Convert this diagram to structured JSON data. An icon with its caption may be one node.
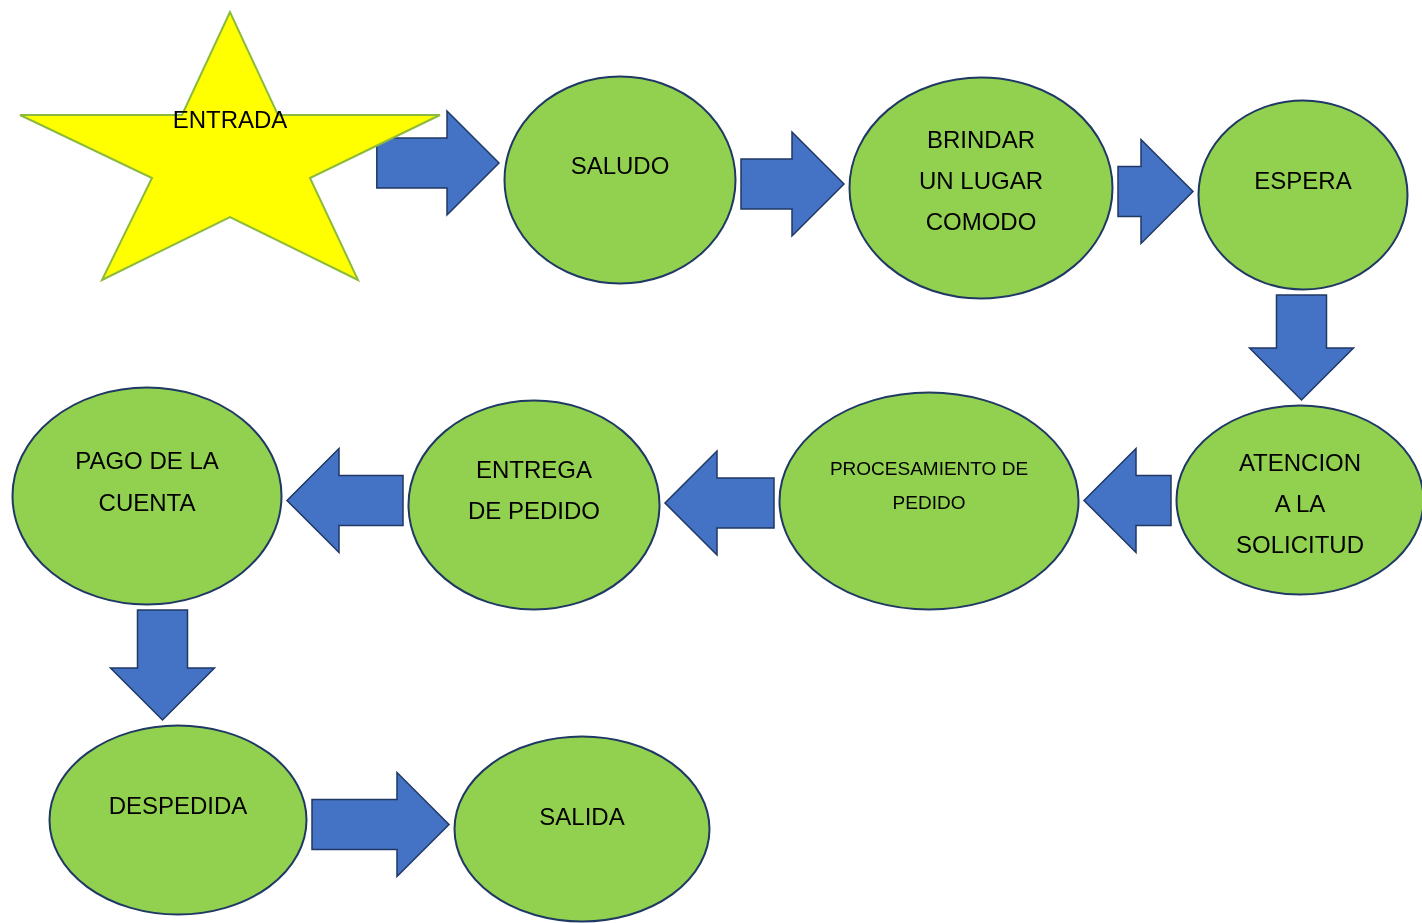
{
  "diagram": {
    "nodes": [
      {
        "text": [
          "ENTRADA"
        ]
      },
      {
        "text": [
          "SALUDO"
        ]
      },
      {
        "text": [
          "BRINDAR UN LUGAR COMODO"
        ]
      },
      {
        "text": [
          "ESPERA"
        ]
      },
      {
        "text": [
          "ATENCION A LA SOLICITUD"
        ]
      },
      {
        "text": [
          "PROCESAMIENTO DE PEDIDO"
        ]
      },
      {
        "text": [
          "ENTREGA DE PEDIDO"
        ]
      },
      {
        "text": [
          "PAGO DE LA CUENTA"
        ]
      },
      {
        "text": [
          "DESPEDIDA"
        ]
      },
      {
        "text": [
          "SALIDA"
        ]
      }
    ],
    "edges": [
      {
        "from": 0,
        "to": 1,
        "arrow": "to"
      },
      {
        "from": 1,
        "to": 2,
        "arrow": "to"
      },
      {
        "from": 2,
        "to": 3,
        "arrow": "to"
      },
      {
        "from": 3,
        "to": 4,
        "arrow": "to"
      },
      {
        "from": 4,
        "to": 5,
        "arrow": "to"
      },
      {
        "from": 5,
        "to": 6,
        "arrow": "to"
      },
      {
        "from": 6,
        "to": 7,
        "arrow": "to"
      },
      {
        "from": 7,
        "to": 8,
        "arrow": "to"
      },
      {
        "from": 8,
        "to": 9,
        "arrow": "to"
      }
    ]
  }
}
